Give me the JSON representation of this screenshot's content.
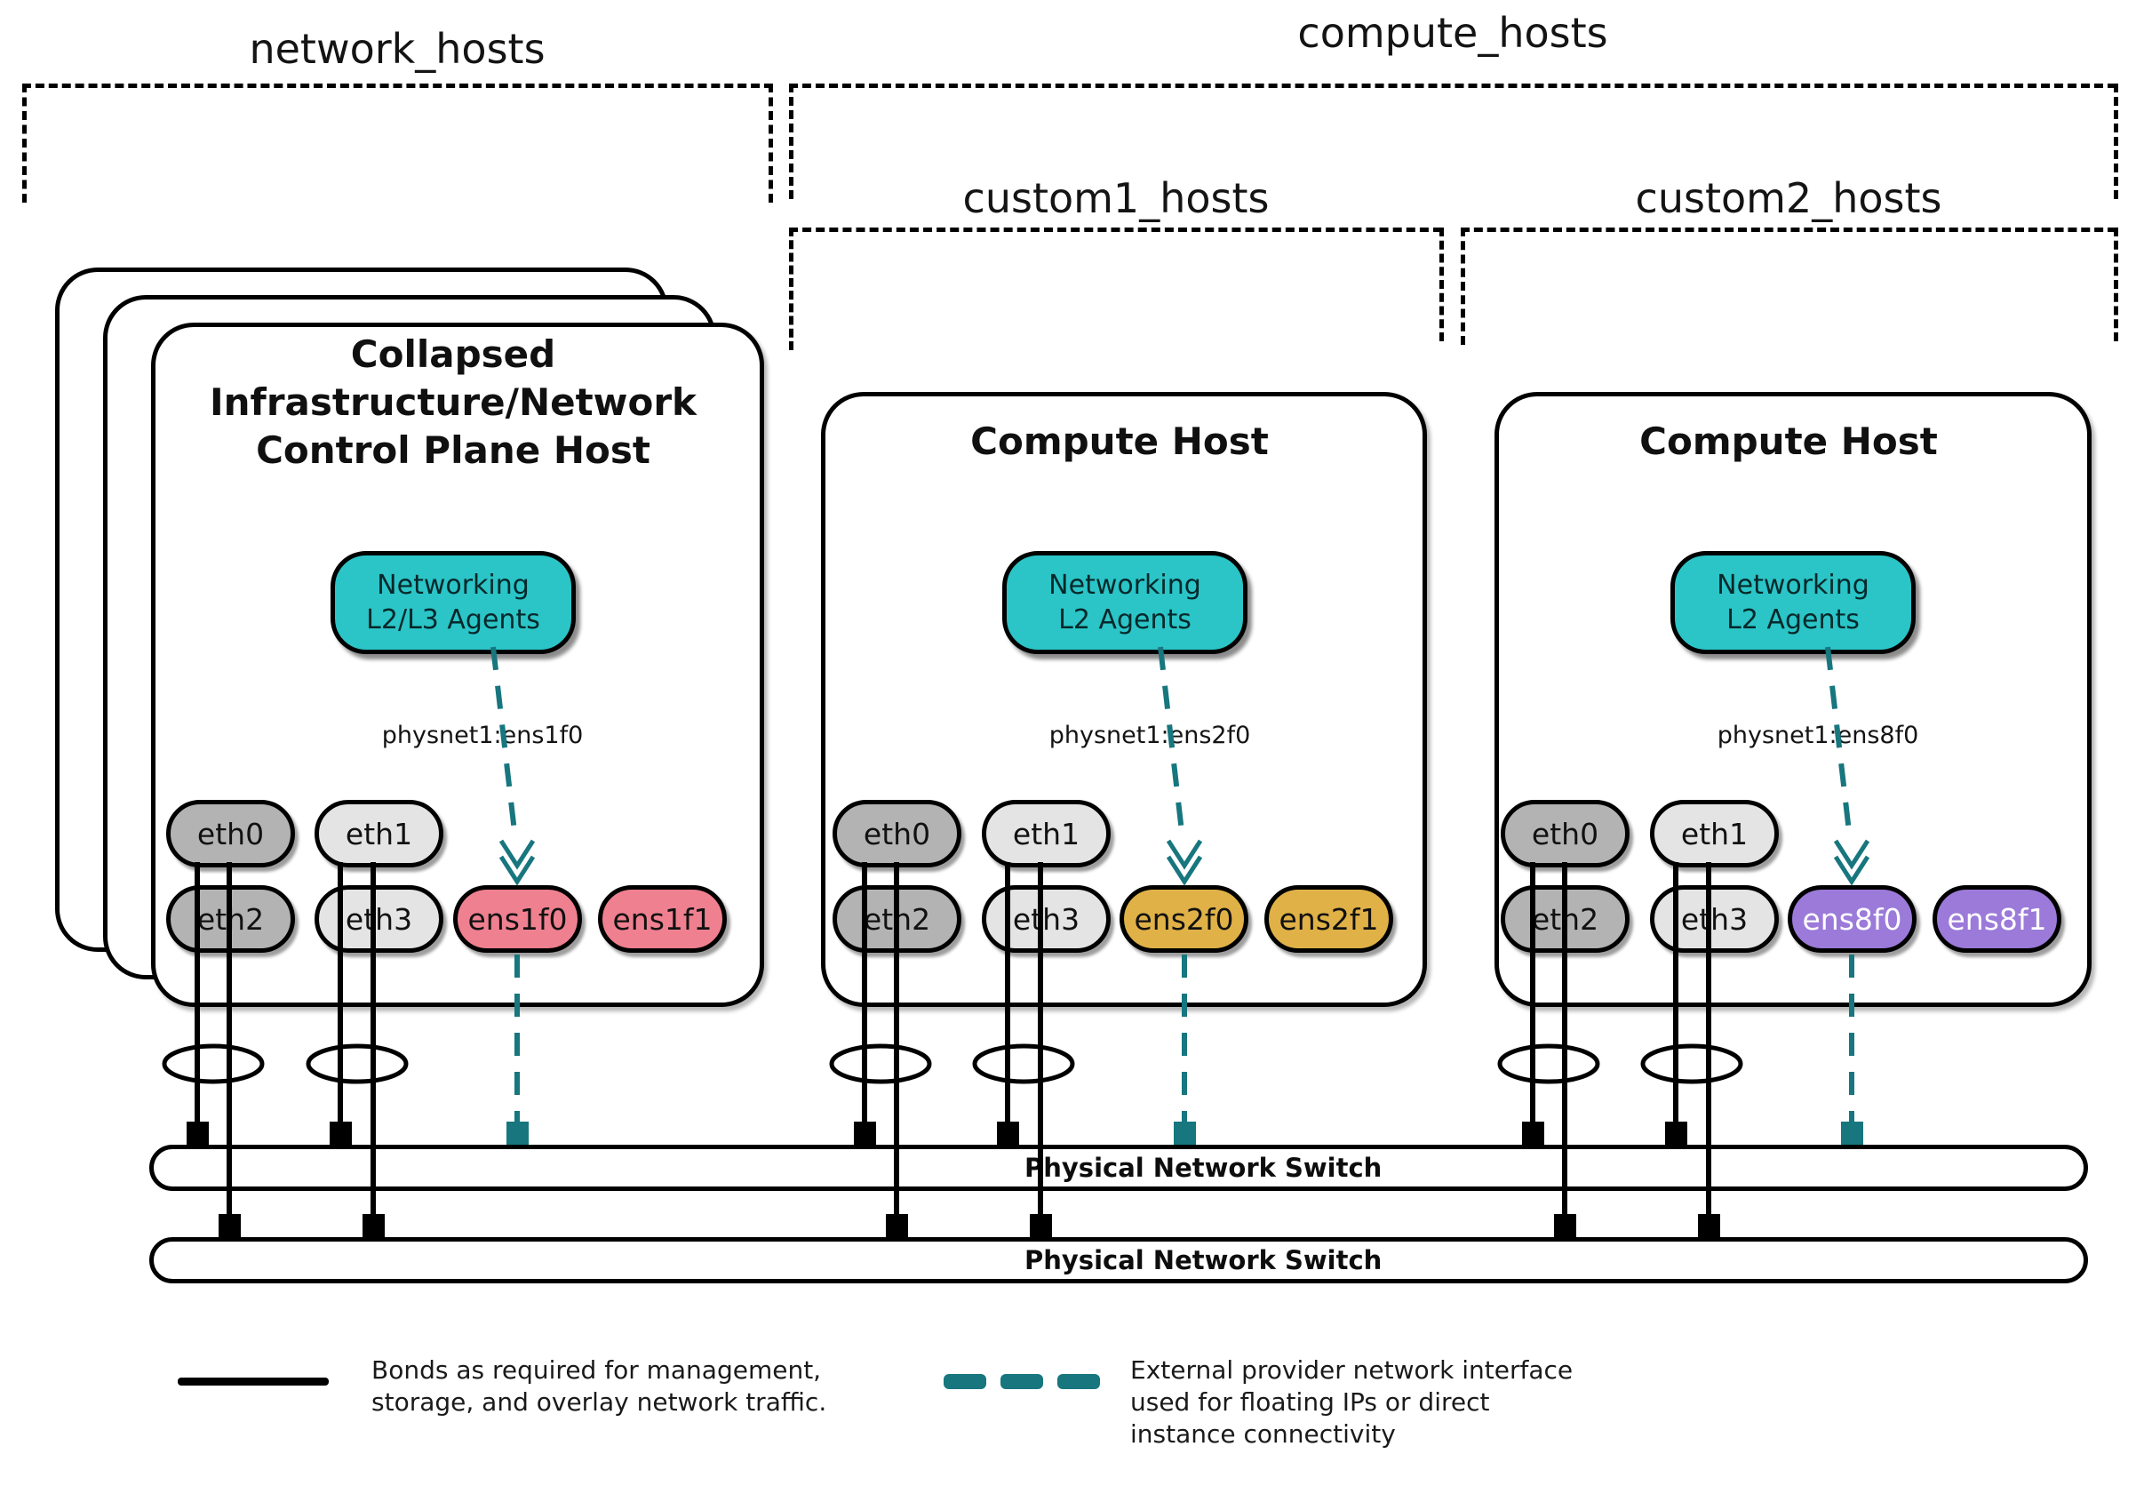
{
  "groups": {
    "network_hosts": "network_hosts",
    "compute_hosts": "compute_hosts",
    "custom1_hosts": "custom1_hosts",
    "custom2_hosts": "custom2_hosts"
  },
  "hosts": [
    {
      "title_lines": [
        "Collapsed",
        "Infrastructure/Network",
        "Control Plane Host"
      ],
      "agent_lines": [
        "Networking",
        "L2/L3 Agents"
      ],
      "physnet_label": "physnet1:ens1f0",
      "nics": [
        "eth0",
        "eth1",
        "eth2",
        "eth3"
      ],
      "ens": [
        "ens1f0",
        "ens1f1"
      ]
    },
    {
      "title_lines": [
        "Compute Host"
      ],
      "agent_lines": [
        "Networking",
        "L2 Agents"
      ],
      "physnet_label": "physnet1:ens2f0",
      "nics": [
        "eth0",
        "eth1",
        "eth2",
        "eth3"
      ],
      "ens": [
        "ens2f0",
        "ens2f1"
      ]
    },
    {
      "title_lines": [
        "Compute Host"
      ],
      "agent_lines": [
        "Networking",
        "L2 Agents"
      ],
      "physnet_label": "physnet1:ens8f0",
      "nics": [
        "eth0",
        "eth1",
        "eth2",
        "eth3"
      ],
      "ens": [
        "ens8f0",
        "ens8f1"
      ]
    }
  ],
  "switches": [
    {
      "label": "Physical Network Switch"
    },
    {
      "label": "Physical Network Switch"
    }
  ],
  "legend": {
    "bond_lines": [
      "Bonds as required for management,",
      "storage, and overlay network traffic."
    ],
    "external_lines": [
      "External provider network interface",
      "used for floating IPs or direct",
      "instance connectivity"
    ]
  },
  "colors": {
    "agent_fill": "#2bc4c7",
    "provider_line": "#17767e",
    "nic_dark_gray": "#b3b3b3",
    "nic_light_gray": "#e4e4e4",
    "ens_pink": "#ef8090",
    "ens_gold": "#e0b147",
    "ens_purple": "#9b7ad9"
  }
}
